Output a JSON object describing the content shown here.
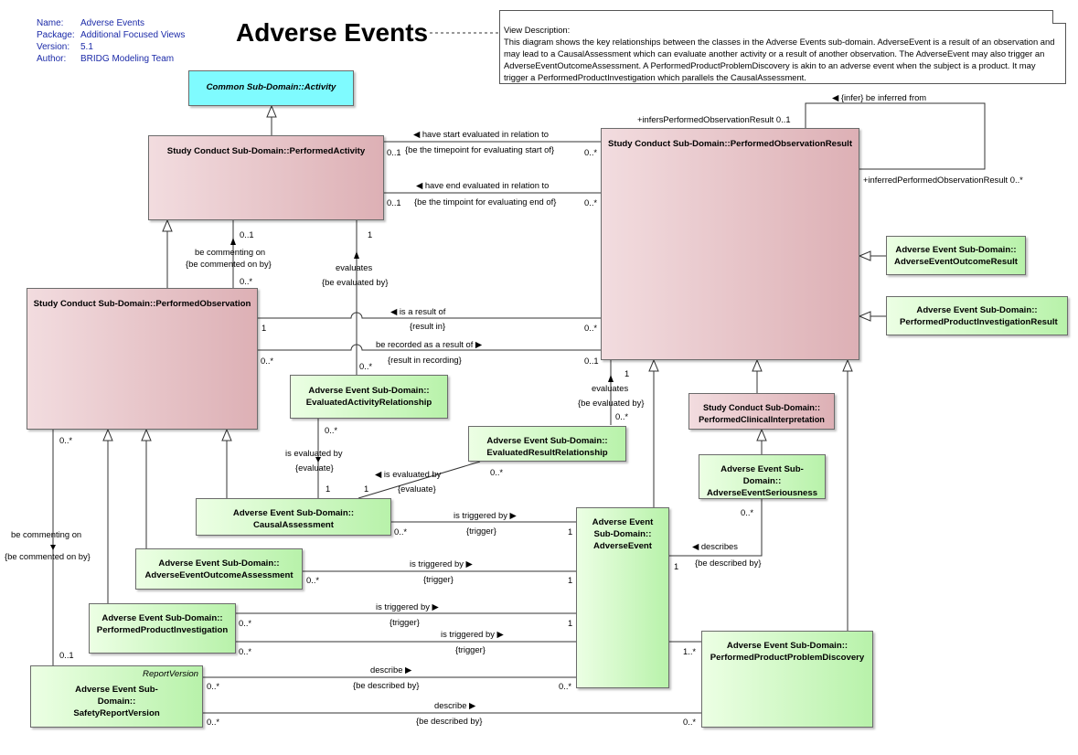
{
  "meta": {
    "name_key": "Name:",
    "name": "Adverse Events",
    "package_key": "Package:",
    "package": "Additional Focused Views",
    "version_key": "Version:",
    "version": "5.1",
    "author_key": "Author:",
    "author": "BRIDG Modeling Team"
  },
  "title": "Adverse Events",
  "note": {
    "heading": "View Description:",
    "text": "This diagram shows the key relationships between the classes in the Adverse Events sub-domain.  AdverseEvent is a result of an observation and may lead to a CausalAssessment which can evaluate another activity or a result of another observation.  The AdverseEvent may also trigger an AdverseEventOutcomeAssessment.  A PerformedProductProblemDiscovery is akin to an adverse event when the subject is a product.  It may trigger a PerformedProductInvestigation which parallels the CausalAssessment."
  },
  "classes": {
    "activity": "Common Sub-Domain::Activity",
    "performed_activity": "Study Conduct Sub-Domain::PerformedActivity",
    "performed_observation_result": "Study Conduct Sub-Domain::PerformedObservationResult",
    "performed_observation": "Study Conduct Sub-Domain::PerformedObservation",
    "ae_outcome_result": "Adverse Event Sub-Domain:: AdverseEventOutcomeResult",
    "ppi_result": "Adverse Event Sub-Domain:: PerformedProductInvestigationResult",
    "evaluated_activity_relationship": "Adverse Event Sub-Domain:: EvaluatedActivityRelationship",
    "evaluated_result_relationship": "Adverse Event Sub-Domain:: EvaluatedResultRelationship",
    "performed_clinical_interpretation": "Study Conduct Sub-Domain:: PerformedClinicalInterpretation",
    "ae_seriousness": "Adverse Event Sub-Domain:: AdverseEventSeriousness",
    "causal_assessment": "Adverse Event Sub-Domain:: CausalAssessment",
    "adverse_event": "Adverse Event Sub-Domain:: AdverseEvent",
    "ae_outcome_assessment": "Adverse Event Sub-Domain:: AdverseEventOutcomeAssessment",
    "performed_product_investigation": "Adverse Event Sub-Domain:: PerformedProductInvestigation",
    "ppp_discovery": "Adverse Event Sub-Domain:: PerformedProductProblemDiscovery",
    "safety_report_version_stereotype": "ReportVersion",
    "safety_report_version": "Adverse Event Sub-Domain:: SafetyReportVersion"
  },
  "labels": {
    "infer": "{infer} be inferred from",
    "infers_role": "+infersPerformedObservationResult 0..1",
    "inferred_role": "+inferredPerformedObservationResult 0..*",
    "start_eval": "have start evaluated in relation to",
    "start_tp": "{be the timepoint for evaluating start of}",
    "end_eval": "have end evaluated in relation to",
    "end_tp": "{be the timpoint for evaluating end of}",
    "m_01a": "0..1",
    "m_0sa": "0..*",
    "m_01b": "0..1",
    "m_0sb": "0..*",
    "m_01c": "0..1",
    "be_commenting_on": "be commenting on",
    "be_commented_on_by": "{be commented on by}",
    "m_0sc": "0..*",
    "m_1a": "1",
    "evaluates": "evaluates",
    "be_evaluated_by": "{be evaluated by}",
    "is_a_result_of": "is a result of",
    "result_in": "{result in}",
    "m_1b": "1",
    "m_0sd": "0..*",
    "be_recorded": "be recorded as a result of",
    "result_in_recording": "{result in recording}",
    "m_0se": "0..*",
    "m_01d": "0..1",
    "m_0sf": "0..*",
    "m_1c": "1",
    "evaluates2": "evaluates",
    "be_evaluated_by2": "{be evaluated by}",
    "m_0sg": "0..*",
    "m_0sh": "0..*",
    "is_evaluated_by": "is evaluated by",
    "evaluate": "{evaluate}",
    "m_1d": "1",
    "is_evaluated_by2": "is evaluated by",
    "evaluate2": "{evaluate}",
    "m_1e": "1",
    "m_0si": "0..*",
    "m_0sj": "0..*",
    "be_commenting_on2": "be commenting on",
    "be_commented_on_by2": "{be commented on by}",
    "m_01e": "0..1",
    "triggered1": "is triggered by",
    "trigger1": "{trigger}",
    "m_0sk": "0..*",
    "m_1f": "1",
    "triggered2": "is triggered by",
    "trigger2": "{trigger}",
    "m_0sl": "0..*",
    "m_1g": "1",
    "triggered3": "is triggered by",
    "trigger3": "{trigger}",
    "m_0sm": "0..*",
    "m_1h": "1",
    "triggered4": "is triggered by",
    "trigger4": "{trigger}",
    "m_0sn": "0..*",
    "m_1s": "1..*",
    "describes": "describes",
    "be_described_by": "{be described by}",
    "m_0so": "0..*",
    "m_1i": "1",
    "describe1": "describe",
    "be_described_by1": "{be described by}",
    "m_0sp": "0..*",
    "m_0sq": "0..*",
    "describe2": "describe",
    "be_described_by2": "{be described by}",
    "m_0sr": "0..*",
    "m_0ss": "0..*"
  },
  "colors": {
    "result_fill": "#ddb0b5",
    "ae_fill": "#b8f2aa",
    "abstract_fill": "#7ffbff",
    "meta_text": "#1b2aa8"
  }
}
